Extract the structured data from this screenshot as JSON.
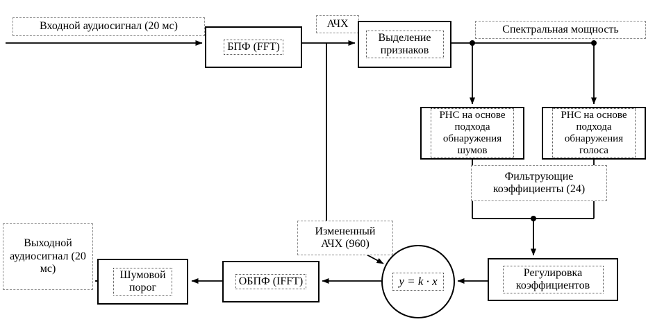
{
  "colors": {
    "line": "#000000",
    "box_border": "#000000",
    "dashed_border": "#8a8a8a",
    "background": "#ffffff"
  },
  "diagram": {
    "input_label": "Входной аудиосигнал (20 мс)",
    "fft_label": "БПФ (FFT)",
    "afc_label": "АЧХ",
    "feature_label": "Выделение признаков",
    "spectral_label": "Спектральная мощность",
    "rnn_noise_label": "РНС на основе подхода обнаружения шумов",
    "rnn_voice_label": "РНС на основе подхода обнаружения голоса",
    "filter_label": "Фильтрующие коэффициенты (24)",
    "adjust_label": "Регулировка коэффициентов",
    "formula": "y = k · x",
    "modified_afc_label": "Измененный АЧХ (960)",
    "ifft_label": "ОБПФ (IFFT)",
    "threshold_label": "Шумовой порог",
    "output_label": "Выходной аудиосигнал (20 мс)"
  }
}
